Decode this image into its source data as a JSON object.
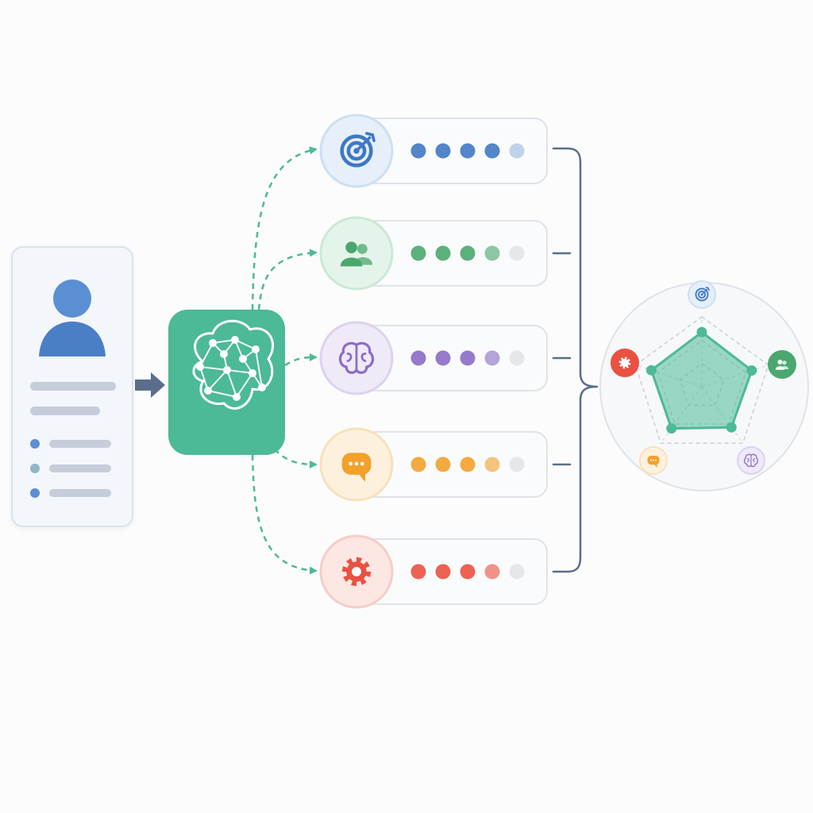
{
  "colors": {
    "accent": "#4cb997",
    "profile_blue": "#5b8fd4",
    "bar_gray": "#c5cddb",
    "connector": "#5a6e8c",
    "border": "#dfe3e8",
    "empty_dot": "#e5e7ea"
  },
  "profile_card": {
    "icon": "user-icon",
    "bullet_colors": [
      "#5b8fd4",
      "#8fb6c8",
      "#5b8fd4"
    ]
  },
  "analyzer": {
    "icon": "brain-network-icon"
  },
  "dimensions": [
    {
      "key": "goals",
      "icon": "target-icon",
      "color": "#3f78c4",
      "tint": "#e6effa",
      "ring": "#cddff3",
      "level": 4.5
    },
    {
      "key": "social",
      "icon": "users-icon",
      "color": "#4aa76e",
      "tint": "#e5f4ea",
      "ring": "#cbe8d5",
      "level": 4
    },
    {
      "key": "cognition",
      "icon": "brain-icon",
      "color": "#8b6cc6",
      "tint": "#efe9f8",
      "ring": "#ddd2ef",
      "level": 4
    },
    {
      "key": "communication",
      "icon": "speech-bubble-icon",
      "color": "#f2a12b",
      "tint": "#fdf1de",
      "ring": "#f8e1bb",
      "level": 4
    },
    {
      "key": "technical",
      "icon": "gear-icon",
      "color": "#ea5140",
      "tint": "#fde7e3",
      "ring": "#f6cdc6",
      "level": 4
    }
  ],
  "dot_count": 5,
  "radar": {
    "axis_order": [
      "goals",
      "social",
      "cognition",
      "communication",
      "technical"
    ],
    "values": [
      0.78,
      0.75,
      0.72,
      0.74,
      0.76
    ],
    "max": 1
  }
}
